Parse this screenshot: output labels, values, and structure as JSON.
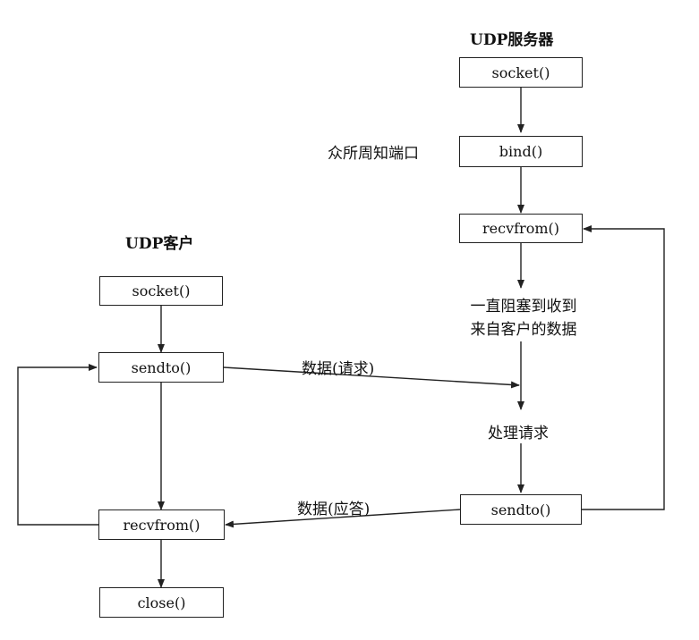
{
  "server": {
    "title": "UDP服务器",
    "socket": "socket()",
    "bind": "bind()",
    "bind_note": "众所周知端口",
    "recvfrom": "recvfrom()",
    "block_note_1": "一直阻塞到收到",
    "block_note_2": "来自客户的数据",
    "process_note": "处理请求",
    "sendto": "sendto()"
  },
  "client": {
    "title": "UDP客户",
    "socket": "socket()",
    "sendto": "sendto()",
    "recvfrom": "recvfrom()",
    "close": "close()"
  },
  "messages": {
    "request": "数据(请求)",
    "reply": "数据(应答)"
  }
}
